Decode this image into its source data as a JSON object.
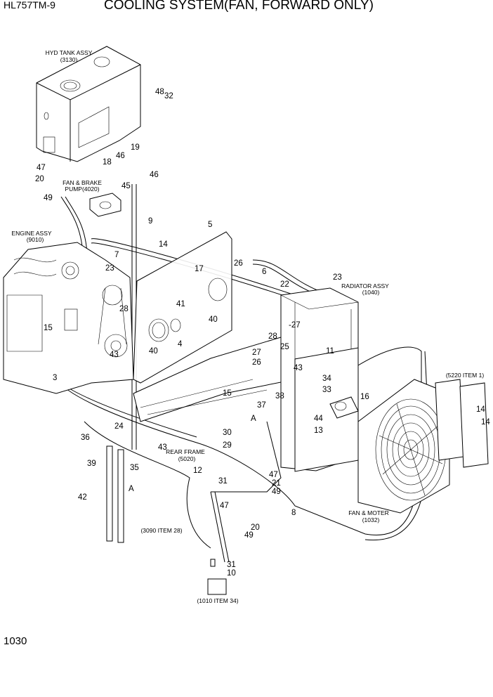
{
  "header": {
    "model": "HL757TM-9",
    "title": "COOLING SYSTEM(FAN, FORWARD ONLY)"
  },
  "page_number": "1030",
  "assemblies": {
    "hyd_tank": [
      "HYD TANK ASSY",
      "(3130)"
    ],
    "fan_brake_pump": [
      "FAN & BRAKE",
      "PUMP(4020)"
    ],
    "engine": [
      "ENGINE ASSY",
      "(9010)"
    ],
    "radiator": [
      "RADIATOR ASSY",
      "(1040)"
    ],
    "rear_frame": [
      "REAR FRAME",
      "(5020)"
    ],
    "fan_motor": [
      "FAN & MOTER",
      "(1032)"
    ],
    "ref_5220": "(5220 ITEM 1)",
    "ref_3090": "(3090 ITEM 28)",
    "ref_1010": "(1010 ITEM 34)"
  },
  "callouts": [
    "48",
    "32",
    "19",
    "46",
    "18",
    "46",
    "47",
    "20",
    "45",
    "49",
    "9",
    "5",
    "14",
    "7",
    "23",
    "17",
    "26",
    "6",
    "22",
    "23",
    "28",
    "41",
    "40",
    "40",
    "4",
    "15",
    "-27",
    "28",
    "25",
    "27",
    "26",
    "11",
    "43",
    "43",
    "34",
    "33",
    "16",
    "3",
    "15",
    "38",
    "37",
    "A",
    "14",
    "14",
    "44",
    "13",
    "24",
    "30",
    "36",
    "43",
    "29",
    "39",
    "35",
    "12",
    "A",
    "31",
    "47",
    "21",
    "49",
    "42",
    "47",
    "8",
    "20",
    "49",
    "31",
    "10"
  ]
}
